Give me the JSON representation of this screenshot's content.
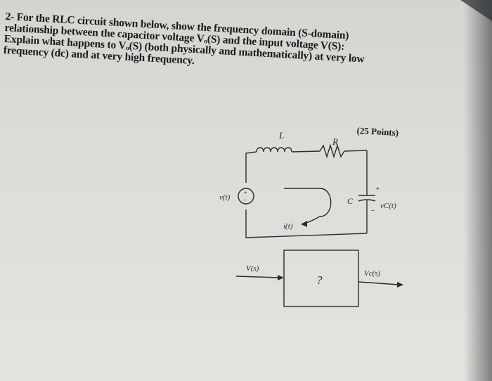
{
  "question": {
    "lines": [
      "2- For the RLC circuit shown below, show the frequency domain (S-domain)",
      "relationship between the capacitor voltage Vₒ(S) and the input voltage V(S):",
      "Explain what happens to Vₒ(S)  (both physically and mathematically) at very low",
      "frequency (dc) and at very high frequency."
    ],
    "points": "(25 Points)"
  },
  "circuit": {
    "inductor_label": "L",
    "resistor_label": "R",
    "capacitor_label": "C",
    "source_label": "v(t)",
    "current_label": "i(t)",
    "cap_voltage_label": "vC(t)",
    "plus_sign": "+",
    "minus_sign": "–"
  },
  "block_diagram": {
    "input_label": "V(s)",
    "box_text": "?",
    "output_label": "Vc(s)"
  }
}
